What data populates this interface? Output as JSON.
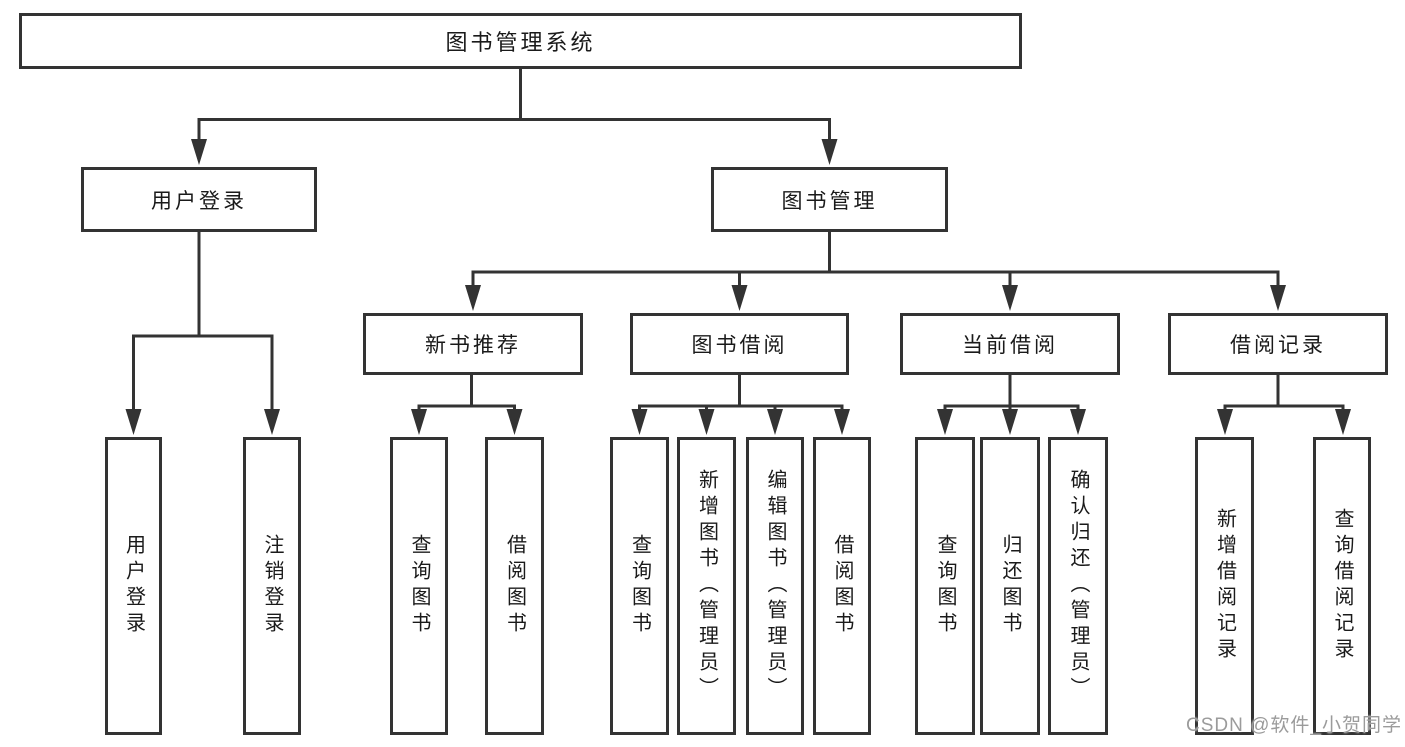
{
  "diagram": {
    "root": {
      "label": "图书管理系统"
    },
    "branches": [
      {
        "label": "用户登录",
        "children": [
          {
            "label": "用户登录"
          },
          {
            "label": "注销登录"
          }
        ]
      },
      {
        "label": "图书管理",
        "sections": [
          {
            "label": "新书推荐",
            "children": [
              {
                "label": "查询图书"
              },
              {
                "label": "借阅图书"
              }
            ]
          },
          {
            "label": "图书借阅",
            "children": [
              {
                "label": "查询图书"
              },
              {
                "label": "新增图书（管理员）"
              },
              {
                "label": "编辑图书（管理员）"
              },
              {
                "label": "借阅图书"
              }
            ]
          },
          {
            "label": "当前借阅",
            "children": [
              {
                "label": "查询图书"
              },
              {
                "label": "归还图书"
              },
              {
                "label": "确认归还（管理员）"
              }
            ]
          },
          {
            "label": "借阅记录",
            "children": [
              {
                "label": "新增借阅记录"
              },
              {
                "label": "查询借阅记录"
              }
            ]
          }
        ]
      }
    ],
    "watermark": {
      "text": "CSDN @软件_小贺同学",
      "color": "#9b9b9b"
    },
    "colors": {
      "line": "#333333",
      "box_border": "#333333",
      "text": "#1a1a1a",
      "background": "#ffffff"
    }
  }
}
